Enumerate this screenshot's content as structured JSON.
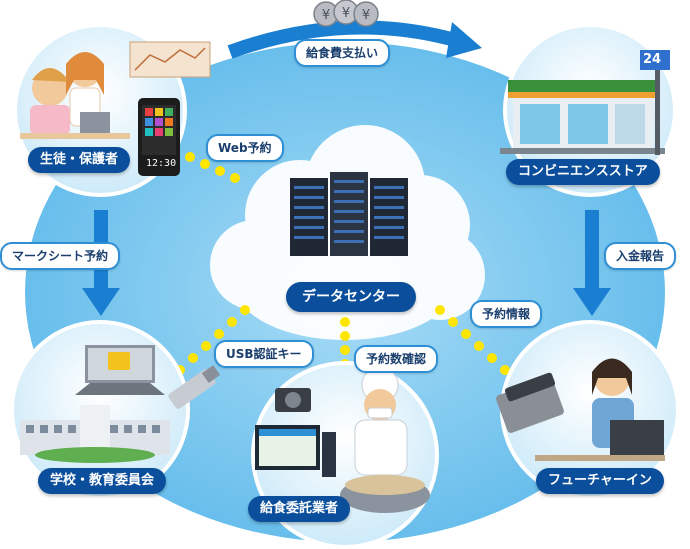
{
  "center": {
    "label": "データセンター"
  },
  "nodes": {
    "students": {
      "label": "生徒・保護者"
    },
    "convenience": {
      "label": "コンビニエンスストア",
      "sign": "24"
    },
    "school": {
      "label": "学校・教育委員会"
    },
    "caterer": {
      "label": "給食委託業者"
    },
    "future_in": {
      "label": "フューチャーイン"
    }
  },
  "connections": {
    "payment": "給食費支払い",
    "web": "Web予約",
    "mark_sheet": "マークシート予約",
    "deposit": "入金報告",
    "usb": "USB認証キー",
    "reservation_count": "予約数確認",
    "reservation_info": "予約情報"
  },
  "phone": {
    "time": "12:30"
  },
  "colors": {
    "sky": "#6fc3ee",
    "node_circle": "#bfe3f7",
    "label_bg": "#0b4f9c",
    "arrow": "#1a7fd1",
    "dots": "#ffe600"
  }
}
